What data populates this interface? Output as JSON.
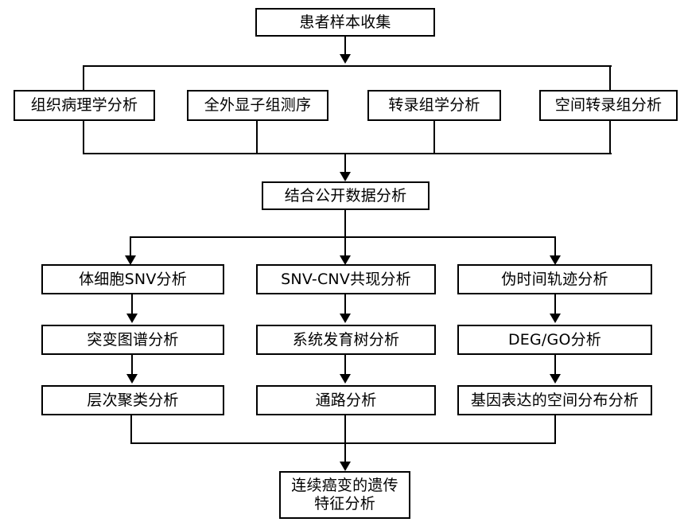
{
  "diagram": {
    "title_node": {
      "label": "患者样本收集"
    },
    "nodes": [
      {
        "id": "n1",
        "label": "患者样本收集"
      },
      {
        "id": "n2",
        "label": "组织病理学分析"
      },
      {
        "id": "n3",
        "label": "全外显子组测序"
      },
      {
        "id": "n4",
        "label": "转录组学分析"
      },
      {
        "id": "n5",
        "label": "空间转录组分析"
      },
      {
        "id": "n6",
        "label": "结合公开数据分析"
      },
      {
        "id": "n7",
        "label": "体细胞SNV分析"
      },
      {
        "id": "n8",
        "label": "SNV-CNV共现分析"
      },
      {
        "id": "n9",
        "label": "伪时间轨迹分析"
      },
      {
        "id": "n10",
        "label": "突变图谱分析"
      },
      {
        "id": "n11",
        "label": "系统发育树分析"
      },
      {
        "id": "n12",
        "label": "DEG/GO分析"
      },
      {
        "id": "n13",
        "label": "层次聚类分析"
      },
      {
        "id": "n14",
        "label": "通路分析"
      },
      {
        "id": "n15",
        "label": "基因表达的空间分布分析"
      },
      {
        "id": "n16",
        "label": "连续癌变的遗传\n特征分析"
      }
    ],
    "colors": {
      "stroke": "#000000",
      "fill": "#ffffff",
      "text": "#000000"
    }
  }
}
